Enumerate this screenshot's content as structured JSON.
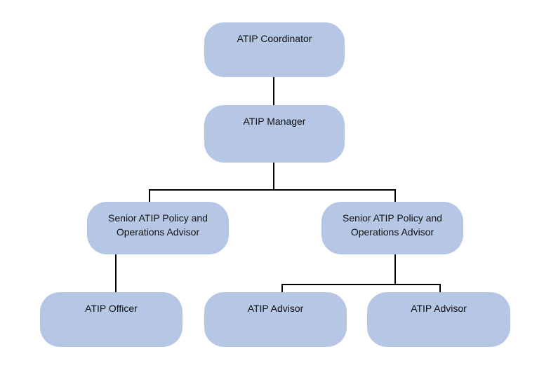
{
  "diagram": {
    "type": "org-chart",
    "background_color": "#ffffff",
    "node_fill_color": "#b6c7e5",
    "node_text_color": "#111111",
    "connector_color": "#000000",
    "nodes": [
      {
        "id": "atip-coordinator",
        "label": "ATIP Coordinator"
      },
      {
        "id": "atip-manager",
        "label": "ATIP Manager"
      },
      {
        "id": "senior-atip-policy-and-operations-advisor-left",
        "label": "Senior ATIP Policy and Operations Advisor"
      },
      {
        "id": "senior-atip-policy-and-operations-advisor-right",
        "label": "Senior ATIP Policy and Operations Advisor"
      },
      {
        "id": "atip-officer",
        "label": "ATIP Officer"
      },
      {
        "id": "atip-advisor-1",
        "label": "ATIP Advisor"
      },
      {
        "id": "atip-advisor-2",
        "label": "ATIP Advisor"
      }
    ],
    "edges": [
      {
        "from": "atip-coordinator",
        "to": "atip-manager"
      },
      {
        "from": "atip-manager",
        "to": "senior-atip-policy-and-operations-advisor-left"
      },
      {
        "from": "atip-manager",
        "to": "senior-atip-policy-and-operations-advisor-right"
      },
      {
        "from": "senior-atip-policy-and-operations-advisor-left",
        "to": "atip-officer"
      },
      {
        "from": "senior-atip-policy-and-operations-advisor-right",
        "to": "atip-advisor-1"
      },
      {
        "from": "senior-atip-policy-and-operations-advisor-right",
        "to": "atip-advisor-2"
      }
    ]
  }
}
